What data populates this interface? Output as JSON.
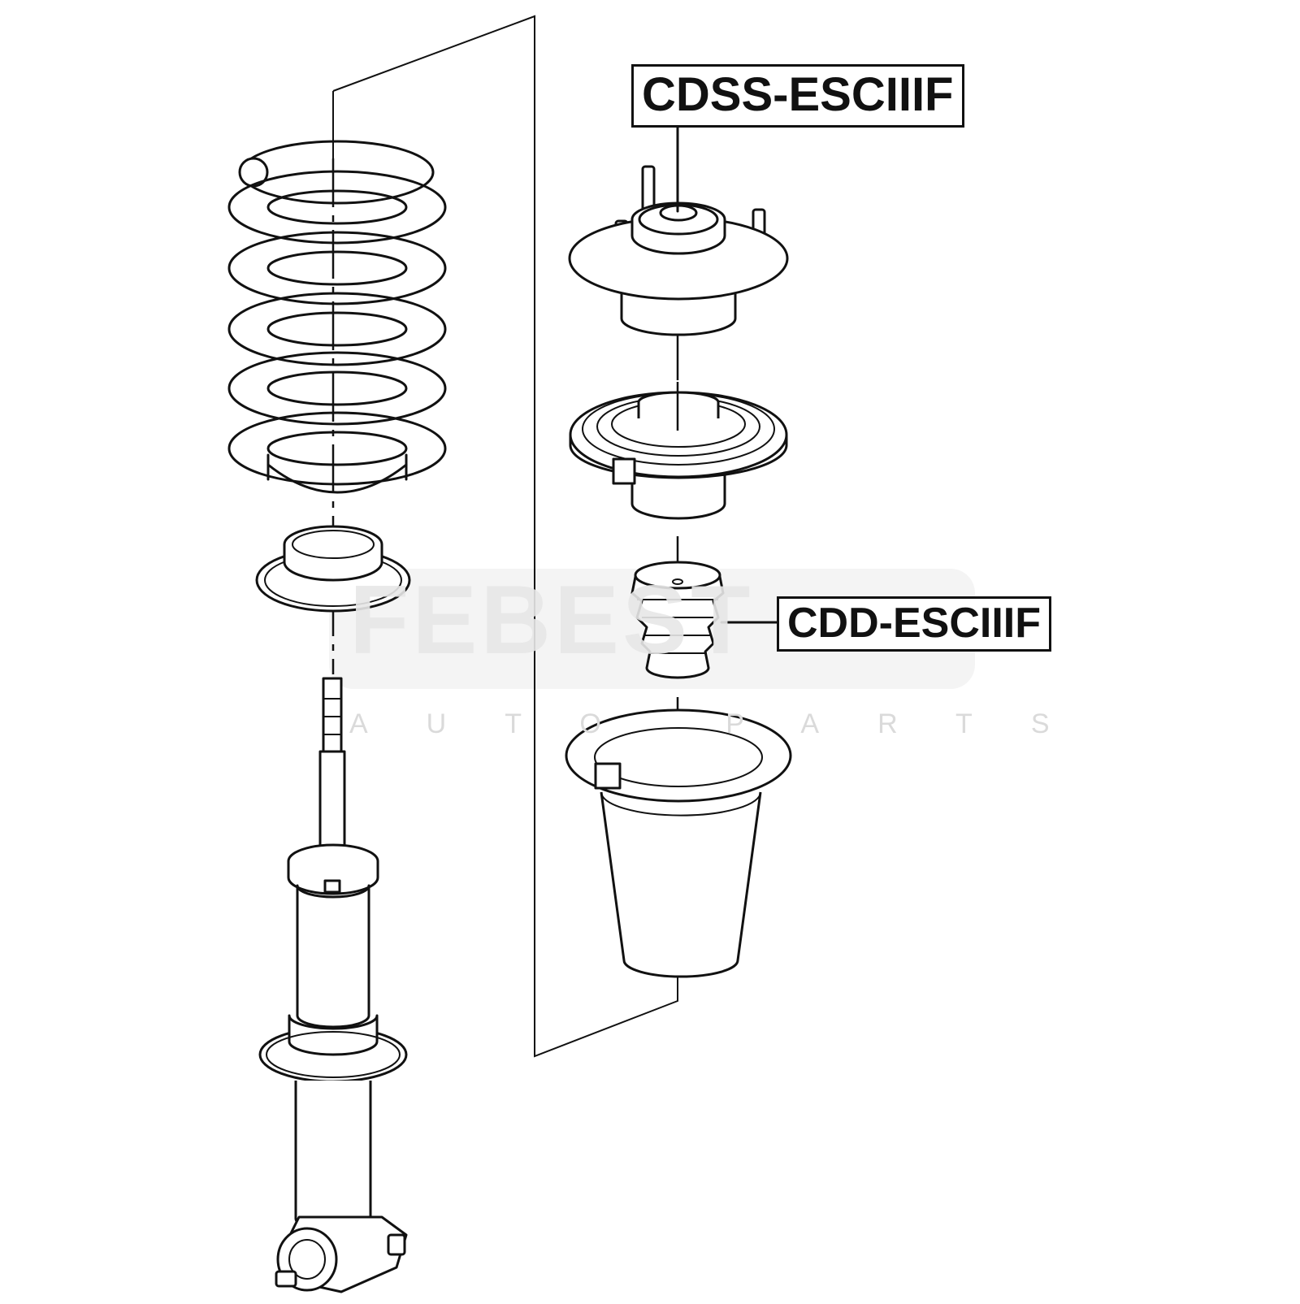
{
  "labels": {
    "upper_mount": "CDSS-ESCIIIF",
    "bump_stop": "CDD-ESCIIIF"
  },
  "watermark": {
    "name": "FEBEST",
    "subtitle": "AUTO PARTS"
  },
  "colors": {
    "line": "#111111",
    "background": "#ffffff",
    "watermark": "#e0e0e0"
  }
}
